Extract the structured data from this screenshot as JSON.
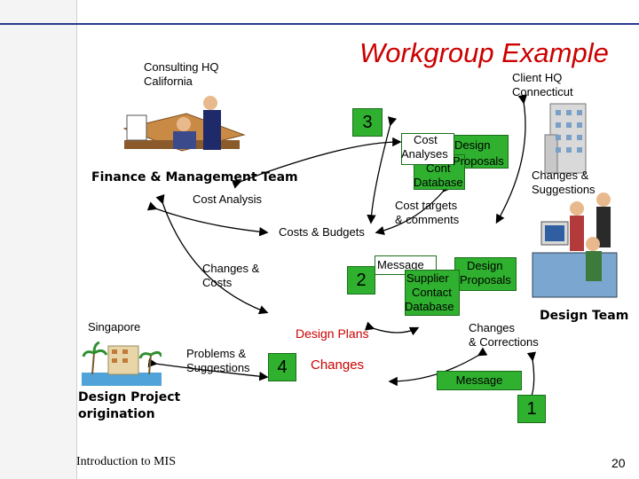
{
  "slide": {
    "title": "Workgroup Example",
    "footer": "Introduction to MIS",
    "page_number": "20"
  },
  "locations": {
    "consulting_hq": [
      "Consulting HQ",
      "California"
    ],
    "client_hq": [
      "Client HQ",
      "Connecticut"
    ],
    "singapore": "Singapore"
  },
  "teams": {
    "finance": "Finance & Management Team",
    "design_team": "Design Team",
    "design_project": [
      "Design Project",
      "origination"
    ]
  },
  "labels": {
    "cost_analysis": "Cost Analysis",
    "costs_budgets": "Costs & Budgets",
    "changes_costs": [
      "Changes &",
      "Costs"
    ],
    "problems_suggestions": [
      "Problems &",
      "Suggestions"
    ],
    "design_plans": "Design Plans",
    "changes_4": "Changes",
    "cost_targets": [
      "Cost targets",
      "& comments"
    ],
    "changes_suggestions": [
      "Changes &",
      "Suggestions"
    ],
    "changes_corrections": [
      "Changes",
      "& Corrections"
    ]
  },
  "boxes": {
    "top_cost": [
      "Cost",
      "Analyses"
    ],
    "top_design": [
      "Design",
      "Proposals"
    ],
    "top_db": [
      "Cont",
      "Database"
    ],
    "mid_message": "Message",
    "mid_design": [
      "Design",
      "Proposals"
    ],
    "mid_supplier": [
      "Supplier",
      "Contact",
      "Database"
    ],
    "message_bottom": "Message"
  },
  "numbers": {
    "n1": "1",
    "n2": "2",
    "n3": "3",
    "n4": "4"
  }
}
